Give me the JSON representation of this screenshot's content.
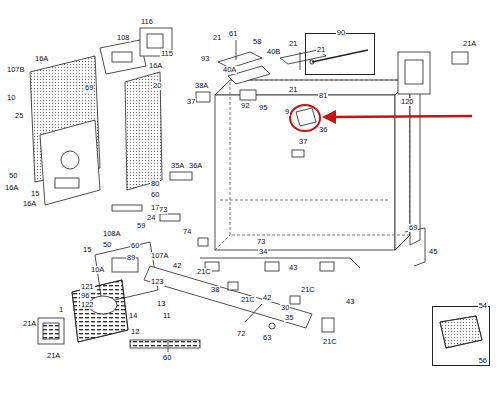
{
  "diagram": {
    "nodes": [
      {
        "text": [
          "90"
        ]
      },
      {
        "text": [
          "54",
          "56"
        ]
      }
    ],
    "labels": [
      "116",
      "115",
      "108",
      "107B",
      "16A",
      "10",
      "69",
      "16A",
      "20",
      "25",
      "37",
      "93",
      "21",
      "61",
      "58",
      "40A",
      "38A",
      "92",
      "95",
      "40B",
      "21",
      "21",
      "21",
      "81",
      "9",
      "36",
      "37",
      "21A",
      "120",
      "50",
      "16A",
      "15",
      "16A",
      "80",
      "60",
      "17",
      "35A",
      "36A",
      "73",
      "24",
      "59",
      "74",
      "108A",
      "50",
      "60",
      "15",
      "107A",
      "42",
      "89",
      "10A",
      "123",
      "121",
      "96",
      "122",
      "1",
      "21A",
      "21A",
      "14",
      "13",
      "11",
      "12",
      "60",
      "72",
      "73",
      "34",
      "21C",
      "43",
      "38",
      "21C",
      "42",
      "21C",
      "30",
      "35",
      "63",
      "21C",
      "43",
      "69",
      "45"
    ]
  }
}
